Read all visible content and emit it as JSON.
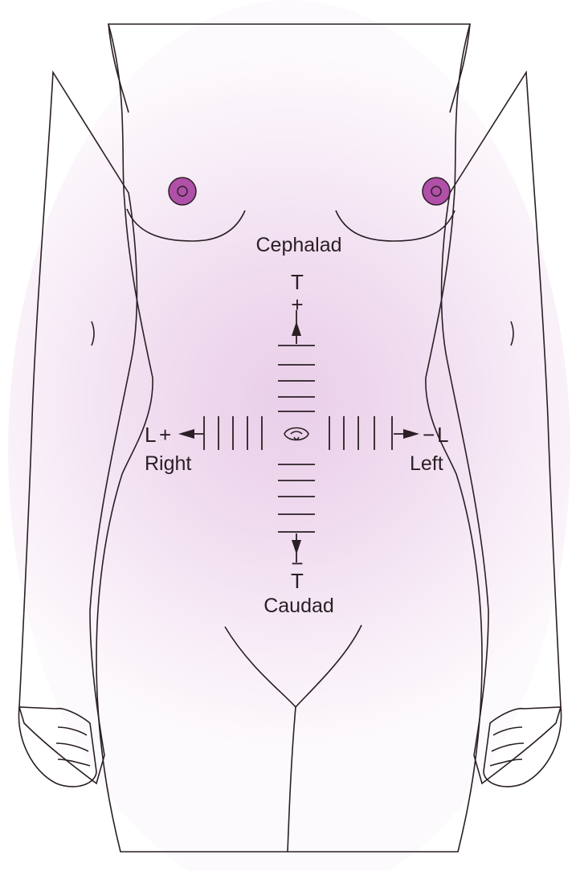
{
  "diagram": {
    "labels": {
      "cephalad": "Cephalad",
      "caudad": "Caudad",
      "right": "Right",
      "left": "Left"
    },
    "markers": {
      "top_t": "T",
      "top_plus": "+",
      "bottom_minus": "−",
      "bottom_t": "T",
      "left_l": "L",
      "left_plus": "+",
      "right_minus": "−",
      "right_l": "L"
    },
    "colors": {
      "skin_center": "#b24fb0",
      "skin_edge": "#f3e2f2",
      "nipple": "#b050a8",
      "outline": "#2a1f24"
    },
    "icons": [
      "navel-icon",
      "arrow-up-icon",
      "arrow-down-icon",
      "arrow-left-icon",
      "arrow-right-icon"
    ]
  }
}
